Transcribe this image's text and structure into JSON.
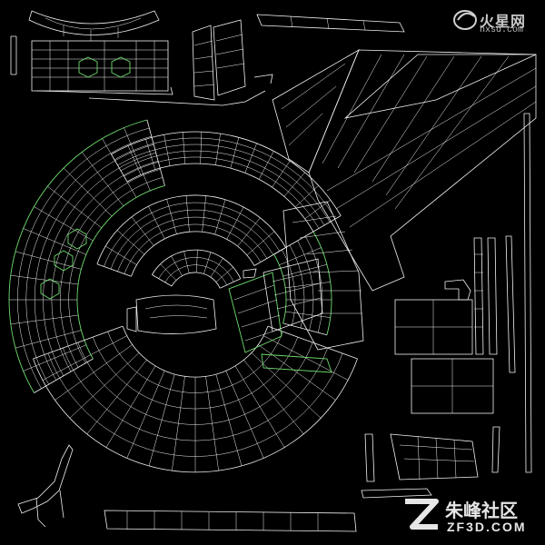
{
  "watermark_top": {
    "brand": "火星网",
    "url": "hxsd.com"
  },
  "watermark_bottom": {
    "brand": "朱峰社区",
    "url": "ZF3D.COM"
  },
  "colors": {
    "background": "#000000",
    "wire": "#ffffff",
    "seam": "#59ff59",
    "watermark": "#d8d8d8"
  }
}
